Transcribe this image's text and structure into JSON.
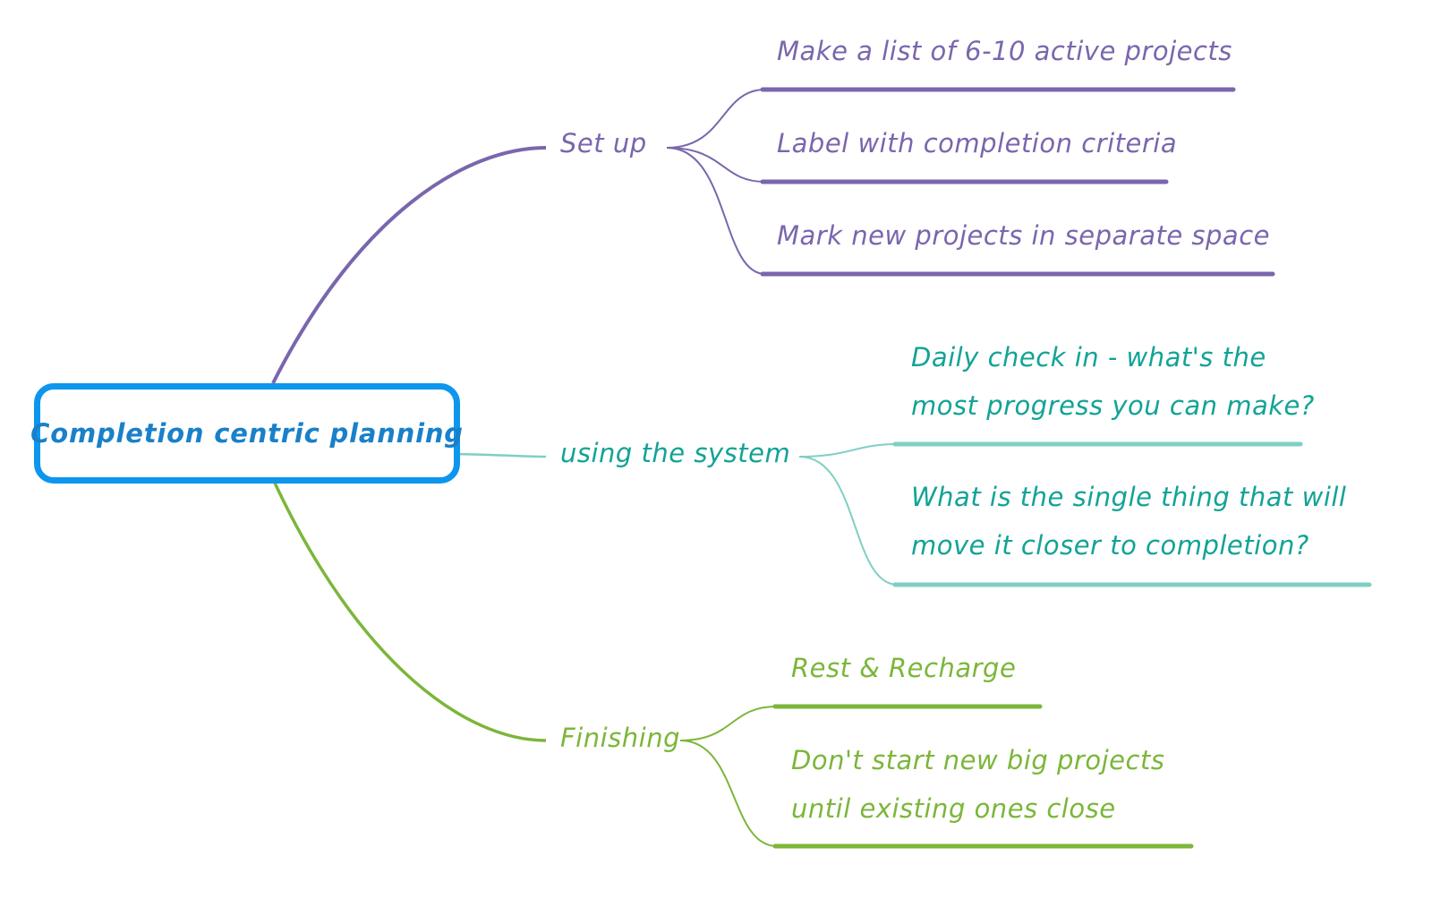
{
  "colors": {
    "central_border": "#0c96ee",
    "central_text": "#1980c9",
    "branch_setup": "#7a66ad",
    "branch_using": "#12a396",
    "branch_using_line": "#7fcfc4",
    "branch_finishing": "#7cb63a"
  },
  "central": {
    "label": "Completion centric planning"
  },
  "branches": {
    "setup": {
      "label": "Set up",
      "items": [
        {
          "text": "Make a list of 6-10 active projects"
        },
        {
          "text": "Label with completion criteria"
        },
        {
          "text": "Mark new projects in separate space"
        }
      ]
    },
    "using": {
      "label": "using the system",
      "items": [
        {
          "line1": "Daily check in - what's the",
          "line2": "most progress you can make?"
        },
        {
          "line1": "What is the single thing that will",
          "line2": "move it closer to completion?"
        }
      ]
    },
    "finishing": {
      "label": "Finishing",
      "items": [
        {
          "text": "Rest & Recharge"
        },
        {
          "line1": "Don't start new big projects",
          "line2": "until existing ones close"
        }
      ]
    }
  }
}
